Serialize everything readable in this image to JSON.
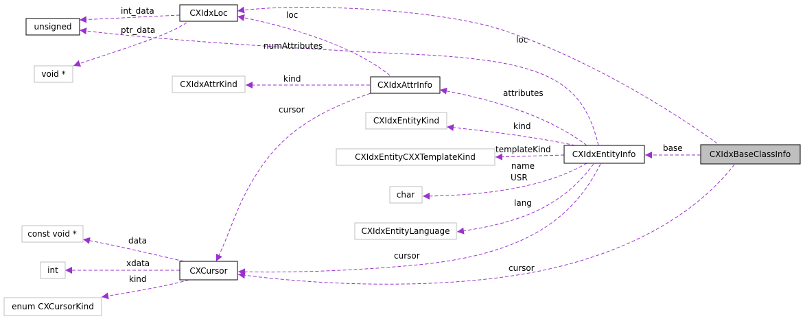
{
  "nodes": {
    "unsigned": "unsigned",
    "cxidxloc": "CXIdxLoc",
    "void_ptr": "void *",
    "cxidxattrkind": "CXIdxAttrKind",
    "cxidxattrinfo": "CXIdxAttrInfo",
    "cxidxentitykind": "CXIdxEntityKind",
    "cxidxentitycxxtemplatekind": "CXIdxEntityCXXTemplateKind",
    "cxidxentityinfo": "CXIdxEntityInfo",
    "cxidxbaseclassinfo": "CXIdxBaseClassInfo",
    "char": "char",
    "cxidxentitylanguage": "CXIdxEntityLanguage",
    "const_void_ptr": "const void *",
    "int": "int",
    "cxcursor": "CXCursor",
    "enum_cxcursorkind": "enum CXCursorKind"
  },
  "edge_labels": {
    "int_data": "int_data",
    "ptr_data": "ptr_data",
    "loc_attr": "loc",
    "loc_base": "loc",
    "num_attributes": "numAttributes",
    "kind_attr": "kind",
    "cursor_attr": "cursor",
    "attributes": "attributes",
    "kind_entity": "kind",
    "template_kind": "templateKind",
    "base": "base",
    "name": "name",
    "usr": "USR",
    "lang": "lang",
    "data": "data",
    "xdata": "xdata",
    "kind_cursor": "kind",
    "cursor_entity": "cursor",
    "cursor_base": "cursor"
  },
  "colors": {
    "edge": "#9a32cd",
    "focus_fill": "#bfbfbf",
    "external_border": "#bfbfbf",
    "documented_border": "#000000"
  }
}
